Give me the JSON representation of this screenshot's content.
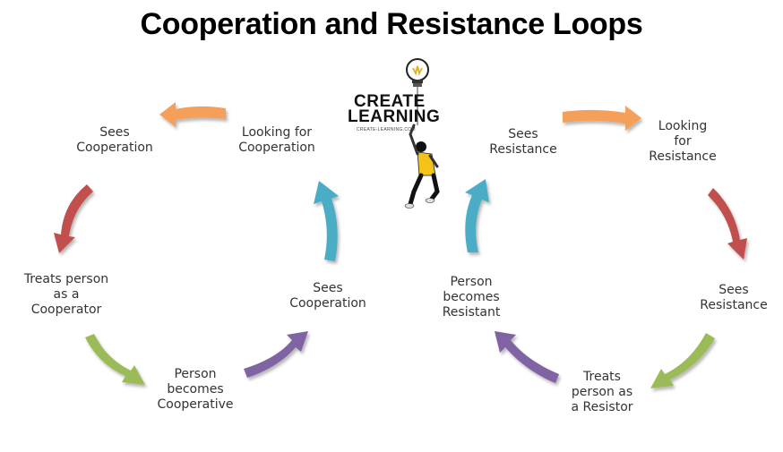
{
  "title": "Cooperation and Resistance Loops",
  "logo": {
    "line1": "CREATE",
    "line2": "LEARNING",
    "site": "CREATE-LEARNING.COM"
  },
  "cooperation_loop": [
    "Sees\nCooperation",
    "Looking for\nCooperation",
    "Sees\nCooperation",
    "Person\nbecomes\nCooperative",
    "Treats person\nas a\nCooperator"
  ],
  "resistance_loop": [
    "Sees\nResistance",
    "Looking\nfor\nResistance",
    "Sees\nResistance",
    "Treats\nperson as\na Resistor",
    "Person\nbecomes\nResistant"
  ],
  "colors": {
    "orange": "#f5a05a",
    "red": "#c0504d",
    "green": "#9bbb59",
    "purple": "#8064a2",
    "teal": "#4bacc6"
  }
}
